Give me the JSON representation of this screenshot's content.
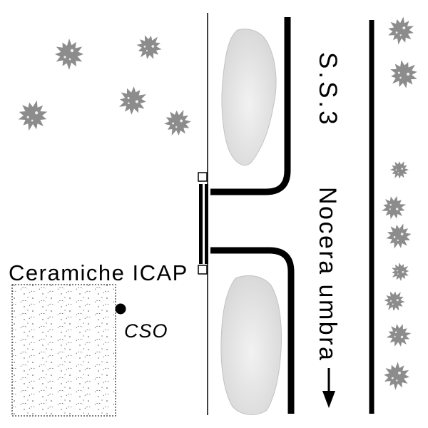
{
  "diagram": {
    "type": "site-plan-sketch",
    "labels": {
      "road_name": "S.S.3",
      "direction_destination": "Nocera umbra",
      "site_name": "Ceramiche ICAP",
      "station_code": "CSO"
    },
    "colors": {
      "tree_gray": "#8c8c8c",
      "building_gray": "#d9d9d9",
      "line_black": "#000000",
      "background": "#ffffff"
    }
  }
}
